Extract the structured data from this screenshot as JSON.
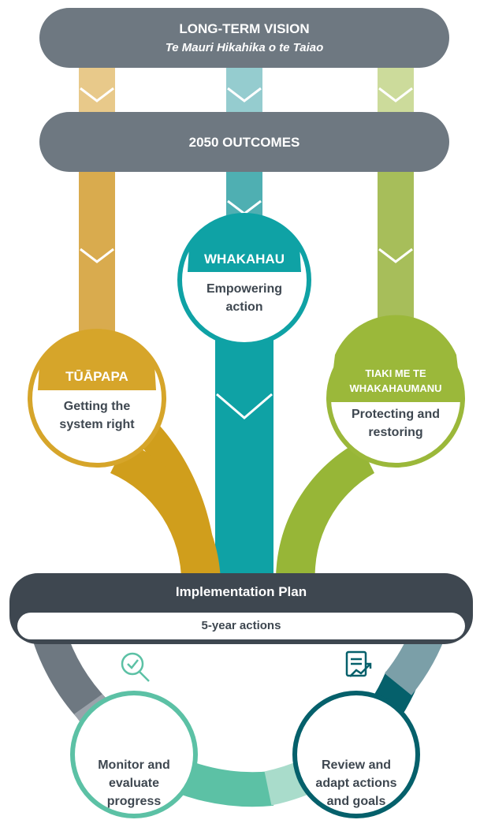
{
  "vision": {
    "title": "LONG-TERM VISION",
    "subtitle": "Te Mauri Hikahika o te Taiao"
  },
  "outcomes": {
    "title": "2050 OUTCOMES"
  },
  "pillars": [
    {
      "maori": "TŪĀPAPA",
      "english_line1": "Getting the",
      "english_line2": "system right"
    },
    {
      "maori": "WHAKAHAU",
      "english_line1": "Empowering",
      "english_line2": "action"
    },
    {
      "maori_line1": "TIAKI ME TE",
      "maori_line2": "WHAKAHAUMANU",
      "english_line1": "Protecting and",
      "english_line2": "restoring"
    }
  ],
  "implementation": {
    "title": "Implementation Plan",
    "subtitle": "5-year actions"
  },
  "cycle": {
    "monitor": {
      "line1": "Monitor and",
      "line2": "evaluate",
      "line3": "progress"
    },
    "review": {
      "line1": "Review and",
      "line2": "adapt actions",
      "line3": "and goals"
    }
  },
  "colors": {
    "gold": "#D6A52A",
    "gold_light": "#E8C98A",
    "teal": "#0FA2A5",
    "teal_light": "#95CCCF",
    "green": "#9BB83A",
    "green_light": "#CCDB9B",
    "grey_pill": "#6E7881",
    "dark_pill": "#3E4750",
    "cycle_teal_dark": "#05606B",
    "cycle_grey": "#6E7881",
    "cycle_mint": "#5CC1A5",
    "cycle_mint_light": "#A9DCCB"
  },
  "icons": {
    "monitor": "magnifier-check-icon",
    "review": "document-chart-icon"
  }
}
